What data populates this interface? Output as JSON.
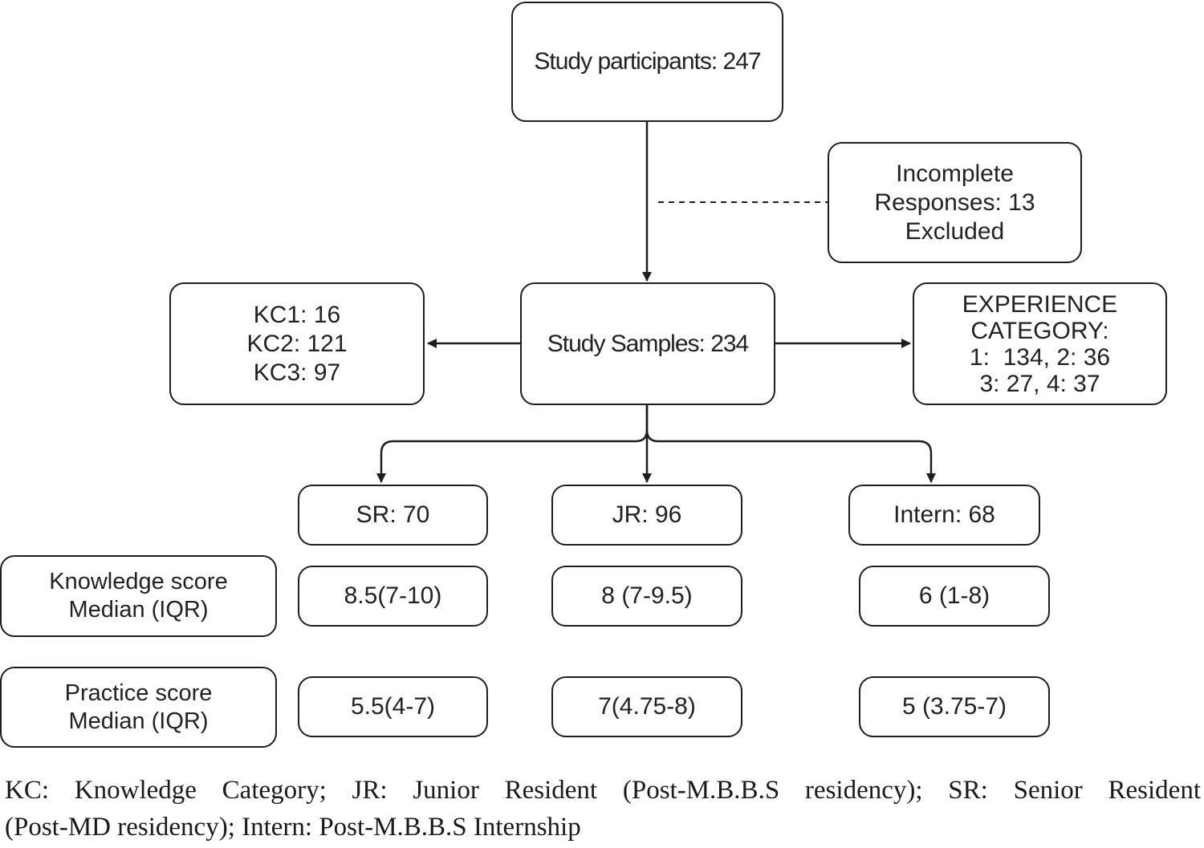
{
  "top": {
    "label": "Study participants: 247"
  },
  "excluded": {
    "lines": [
      "Incomplete",
      "Responses: 13",
      "Excluded"
    ]
  },
  "samples": {
    "label": "Study Samples: 234"
  },
  "knowledge_categories": {
    "lines": [
      "KC1: 16",
      "KC2: 121",
      "KC3: 97"
    ]
  },
  "experience": {
    "lines": [
      "EXPERIENCE",
      "CATEGORY:",
      "1:  134, 2: 36",
      "3: 27, 4: 37"
    ]
  },
  "groups": [
    {
      "label": "SR: 70",
      "knowledge": "8.5(7-10)",
      "practice": "5.5(4-7)"
    },
    {
      "label": "JR: 96",
      "knowledge": "8 (7-9.5)",
      "practice": "7(4.75-8)"
    },
    {
      "label": "Intern: 68",
      "knowledge": "6 (1-8)",
      "practice": "5 (3.75-7)"
    }
  ],
  "row_labels": {
    "knowledge": [
      "Knowledge score",
      "Median (IQR)"
    ],
    "practice": [
      "Practice score",
      "Median (IQR)"
    ]
  },
  "caption": {
    "line1": "KC: Knowledge Category; JR: Junior Resident (Post-M.B.B.S residency); SR: Senior Resident",
    "line2": "(Post-MD residency); Intern: Post-M.B.B.S Internship"
  },
  "colors": {
    "stroke": "#1e1e1e",
    "text": "#222222",
    "background": "#ffffff"
  }
}
